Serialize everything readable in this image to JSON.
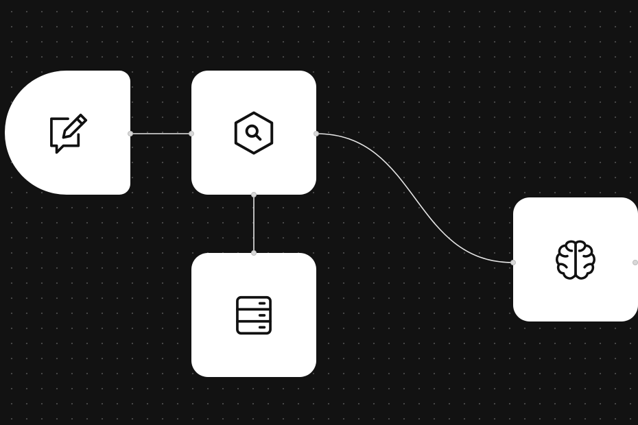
{
  "canvas": {
    "background_color": "#121212",
    "dot_color": "#4a4a4a",
    "edge_color": "#e6e6e6"
  },
  "nodes": [
    {
      "id": "input",
      "icon": "edit-message-icon"
    },
    {
      "id": "search",
      "icon": "hexagon-search-icon"
    },
    {
      "id": "database",
      "icon": "server-database-icon"
    },
    {
      "id": "brain",
      "icon": "brain-icon"
    }
  ],
  "edges": [
    {
      "from": "input",
      "to": "search"
    },
    {
      "from": "search",
      "to": "database"
    },
    {
      "from": "search",
      "to": "brain"
    }
  ]
}
